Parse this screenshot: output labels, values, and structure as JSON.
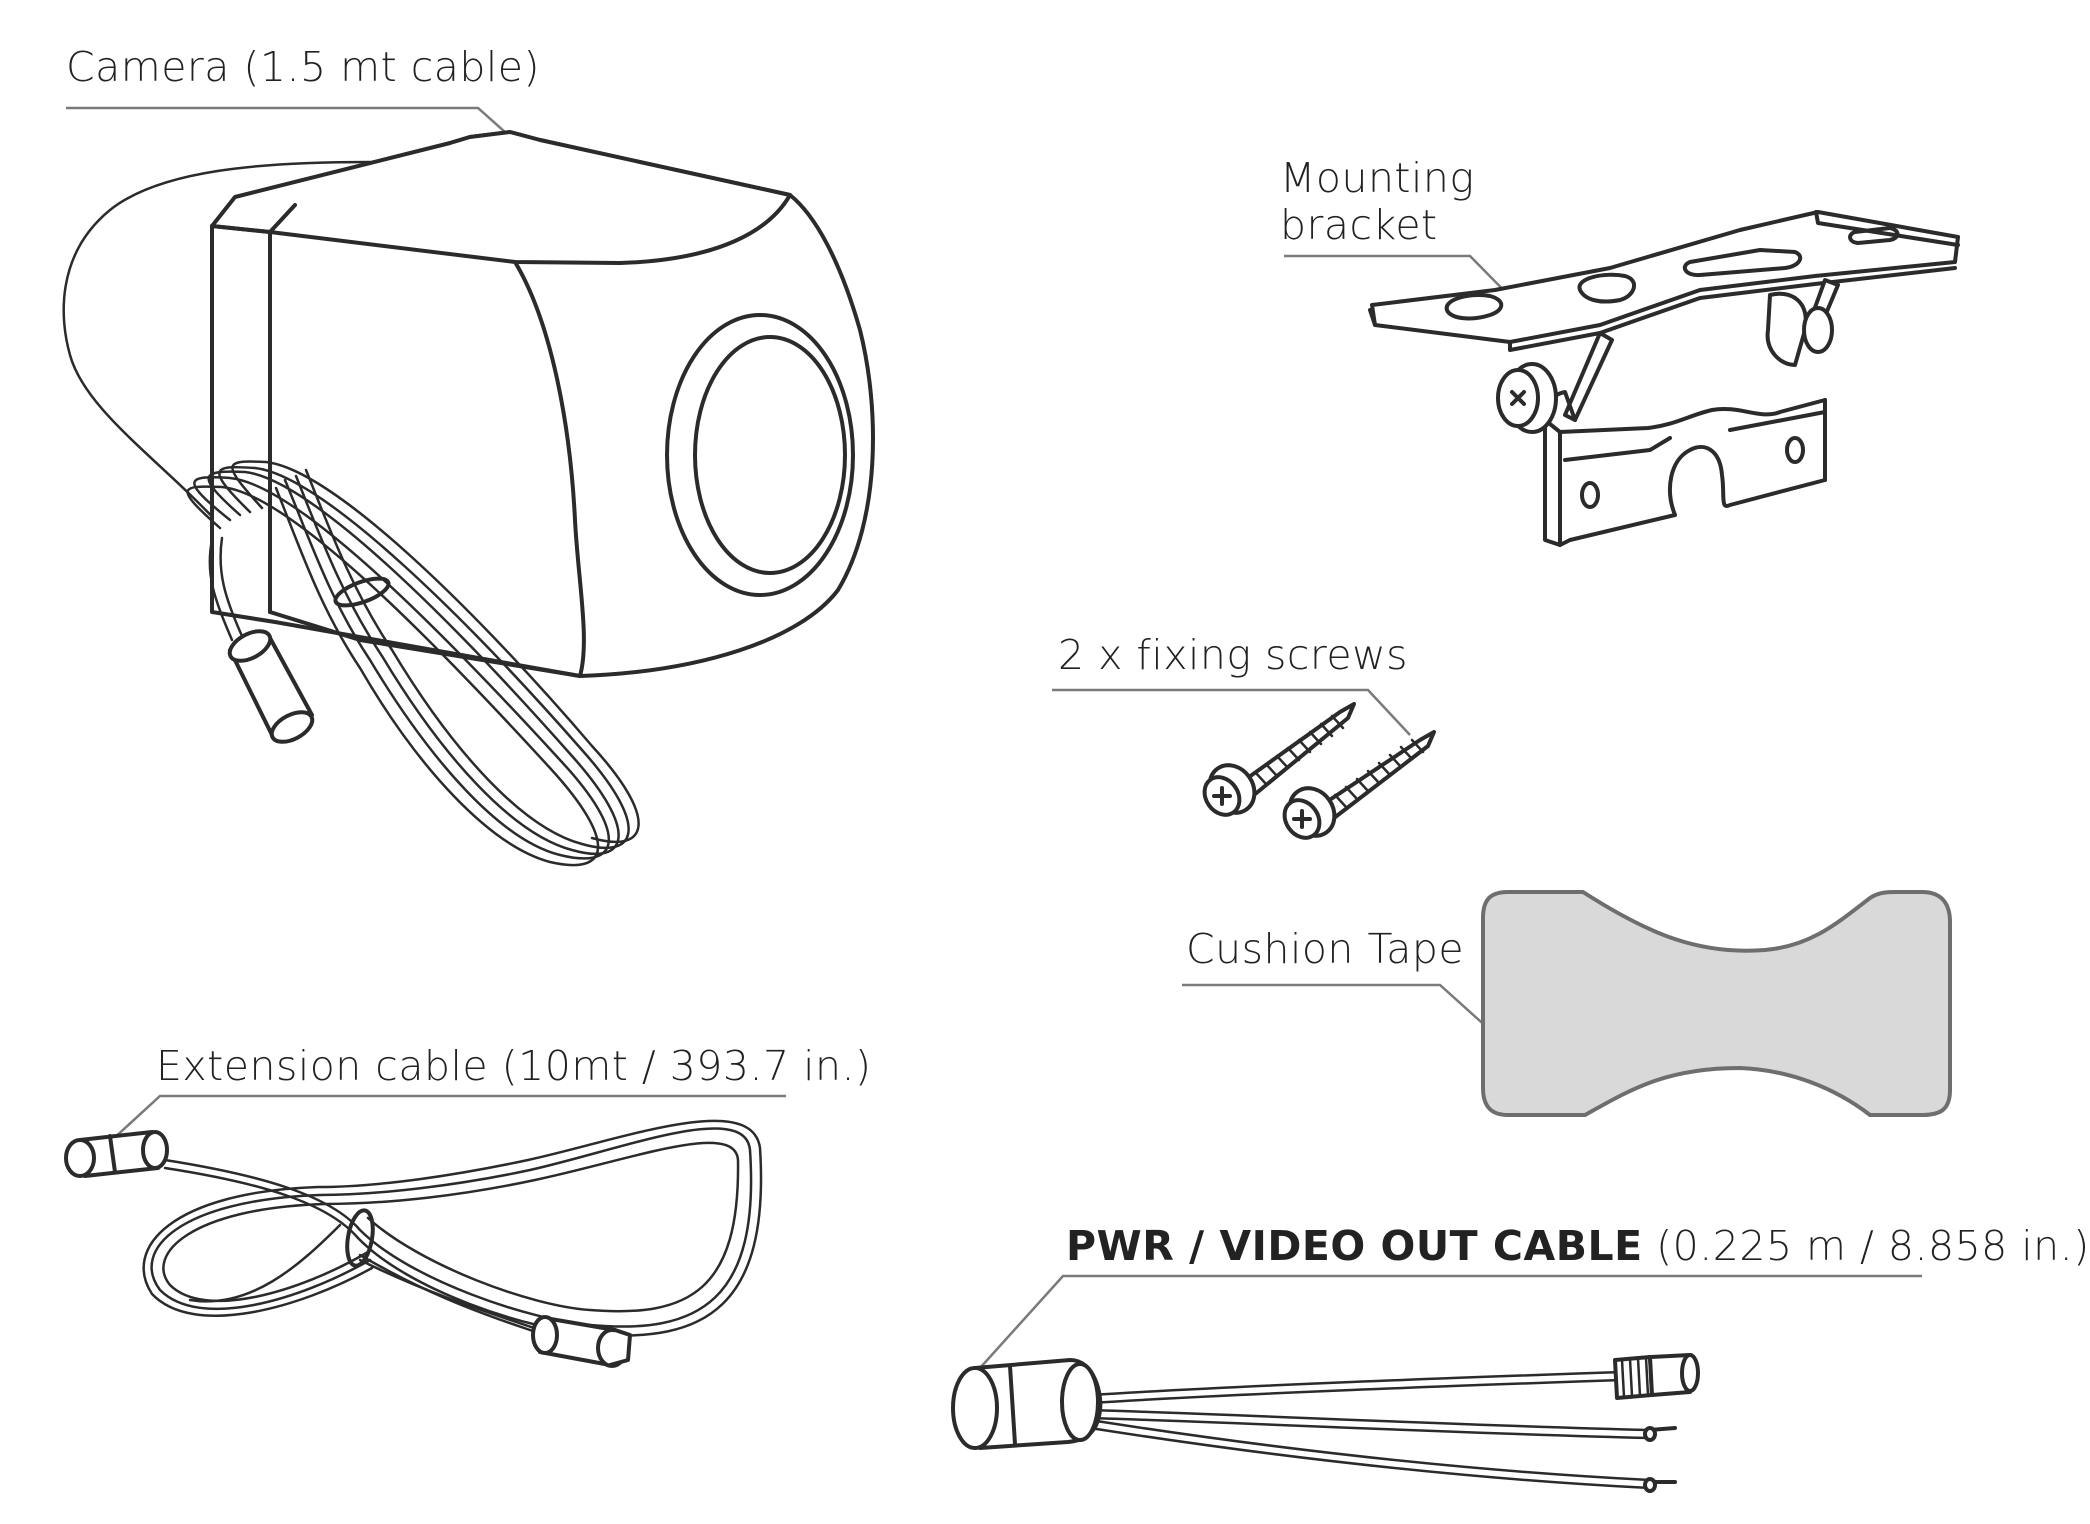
{
  "labels": {
    "camera": "Camera (1.5 mt cable)",
    "bracket": "Mounting bracket",
    "screws": "2 x fixing screws",
    "tape": "Cushion Tape",
    "extension": "Extension cable (10mt / 393.7 in.)",
    "pwr_bold": "PWR / VIDEO OUT CABLE",
    "pwr_rest": " (0.225 m / 8.858 in.)"
  },
  "colors": {
    "line": "#2b2b2b",
    "leader": "#7a7a7a",
    "tape_fill": "#d9d9d9"
  }
}
